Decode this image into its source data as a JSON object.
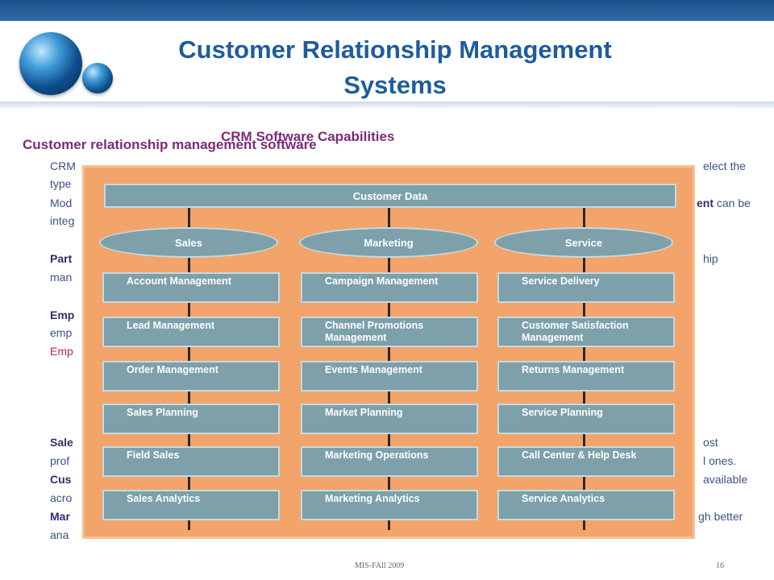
{
  "slide": {
    "title_line1": "Customer Relationship Management",
    "title_line2": "Systems",
    "subtitle": "Customer relationship management software",
    "diagram_caption": "CRM Software Capabilities"
  },
  "body": {
    "l1_start": "CRM",
    "l1_end": "elect the",
    "l2_start": "type",
    "l3_start": "Mod",
    "l3_bold": "ent",
    "l3_end": " can be",
    "l4_start": "integ",
    "l5_bold": "Part",
    "l5_end": "hip",
    "l6_start": "man",
    "l7_bold": "Emp",
    "l8_start": "emp",
    "l9_start": "Emp",
    "l10_bold": "Sale",
    "l10_end": "ost",
    "l11_start": "prof",
    "l11_end": "l ones.",
    "l12_bold": "Cus",
    "l12_end": "available",
    "l13_start": "acro",
    "l14_bold": "Mar",
    "l14_end": "gh better",
    "l15_start": "ana"
  },
  "diagram": {
    "customer_data": "Customer Data",
    "columns": [
      {
        "label": "Sales",
        "boxes": [
          "Account Management",
          "Lead Management",
          "Order Management",
          "Sales Planning",
          "Field Sales",
          "Sales Analytics"
        ]
      },
      {
        "label": "Marketing",
        "boxes": [
          "Campaign Management",
          "Channel Promotions Management",
          "Events Management",
          "Market Planning",
          "Marketing Operations",
          "Marketing Analytics"
        ]
      },
      {
        "label": "Service",
        "boxes": [
          "Service Delivery",
          "Customer Satisfaction Management",
          "Returns Management",
          "Service Planning",
          "Call Center & Help Desk",
          "Service Analytics"
        ]
      }
    ]
  },
  "footer": {
    "center": "MIS-FAll 2009",
    "page": "16"
  },
  "colors": {
    "title": "#1e5c9c",
    "subtitle": "#7b2a78",
    "diagram_bg": "#f2a46b",
    "box_fill": "#7da0ab"
  }
}
